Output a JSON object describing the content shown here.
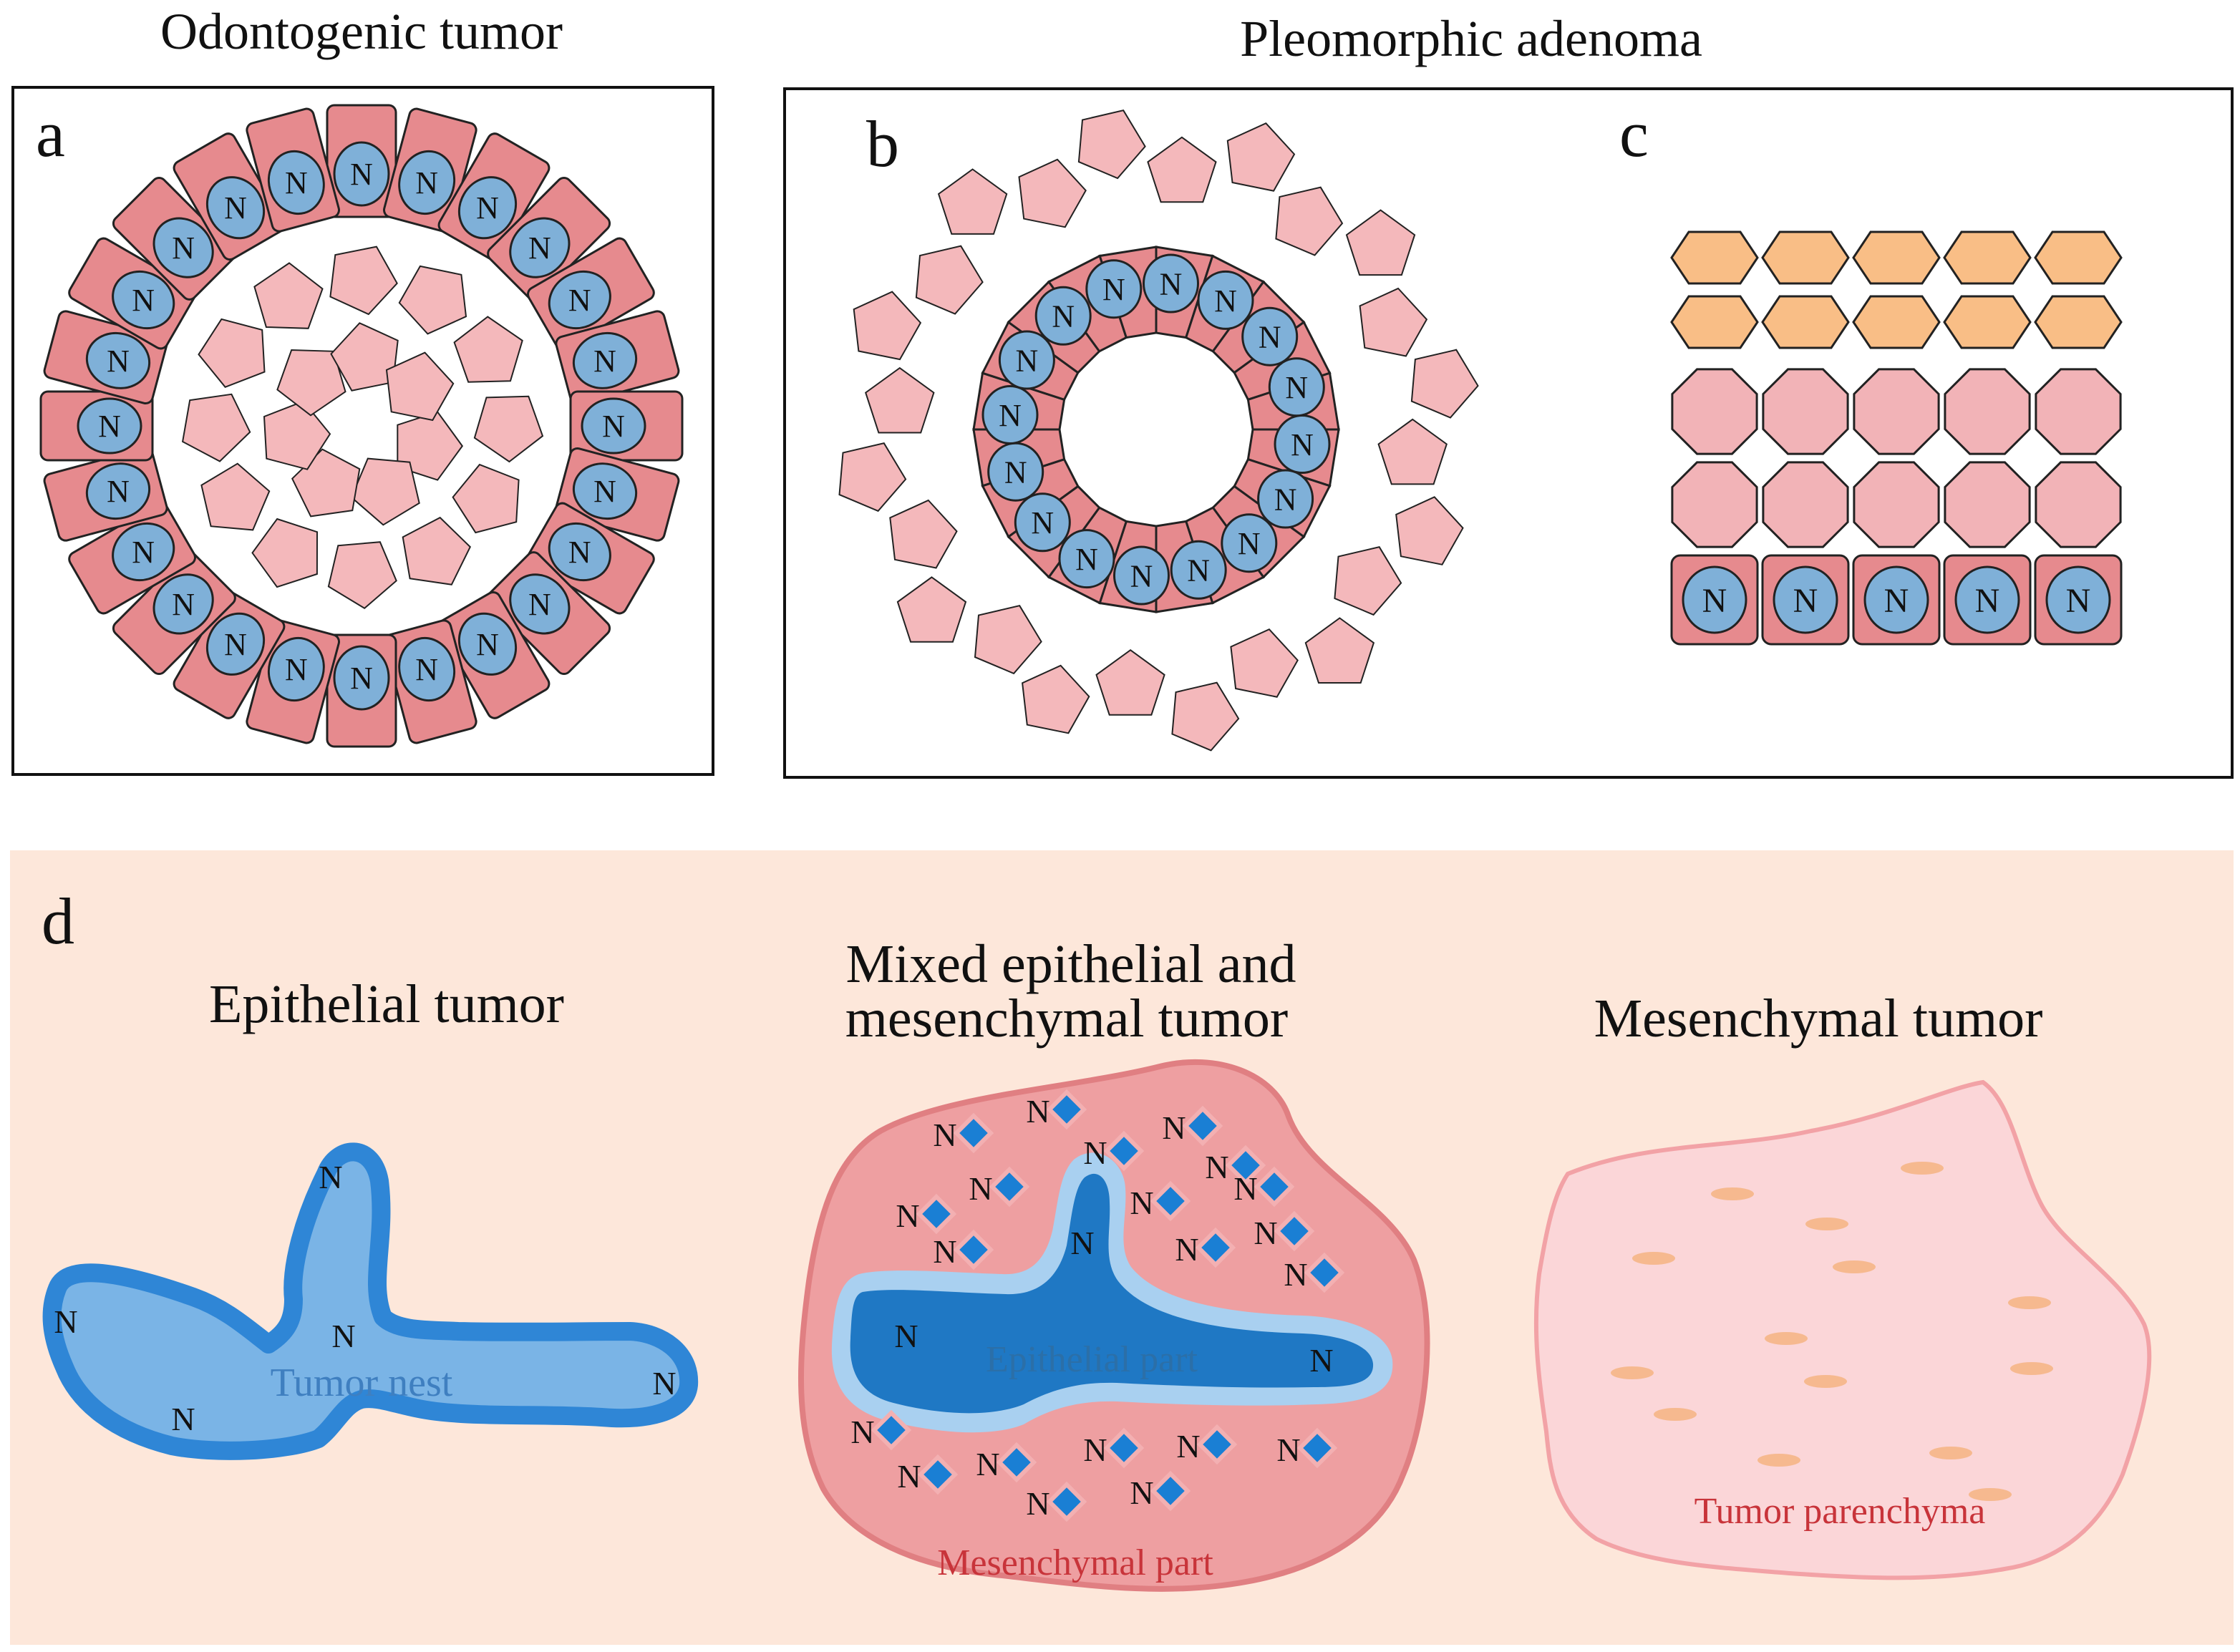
{
  "headers": {
    "odontogenic": "Odontogenic tumor",
    "pleomorphic": "Pleomorphic adenoma"
  },
  "panel_letters": {
    "a": "a",
    "b": "b",
    "c": "c",
    "d": "d"
  },
  "nucleus_label": "N",
  "panel_d": {
    "epithelial": {
      "title": "Epithelial tumor",
      "label": "Tumor nest"
    },
    "mixed": {
      "title_line1": "Mixed epithelial and",
      "title_line2": "mesenchymal tumor",
      "epithelial_label": "Epithelial part",
      "mesenchymal_label": "Mesenchymal part"
    },
    "mesenchymal": {
      "title": "Mesenchymal tumor",
      "label": "Tumor parenchyma"
    }
  },
  "colors": {
    "cell_fill": "#e68a8e",
    "nucleus_fill": "#7fb0d8",
    "pentagon_fill": "#f4b8bb",
    "hexagon_fill": "#f9be86",
    "octagon_fill": "#f2b3b7",
    "panel_d_bg": "#fde7da",
    "nest_fill": "#7ab4e6",
    "nest_border": "#2f86d6",
    "mixed_body": "#ee9fa1",
    "mixed_outline": "#e07f82",
    "mixed_epi_halo": "#a9d0f0",
    "mixed_epi_fill": "#1f78c4",
    "diamond_fill": "#1a7fd4",
    "mes_body": "#fbd6d8",
    "mes_outline": "#f2a2a6",
    "spindle_fill": "#f6b98f",
    "red_label": "#c8343a",
    "blue_label": "#2b6fa8"
  }
}
